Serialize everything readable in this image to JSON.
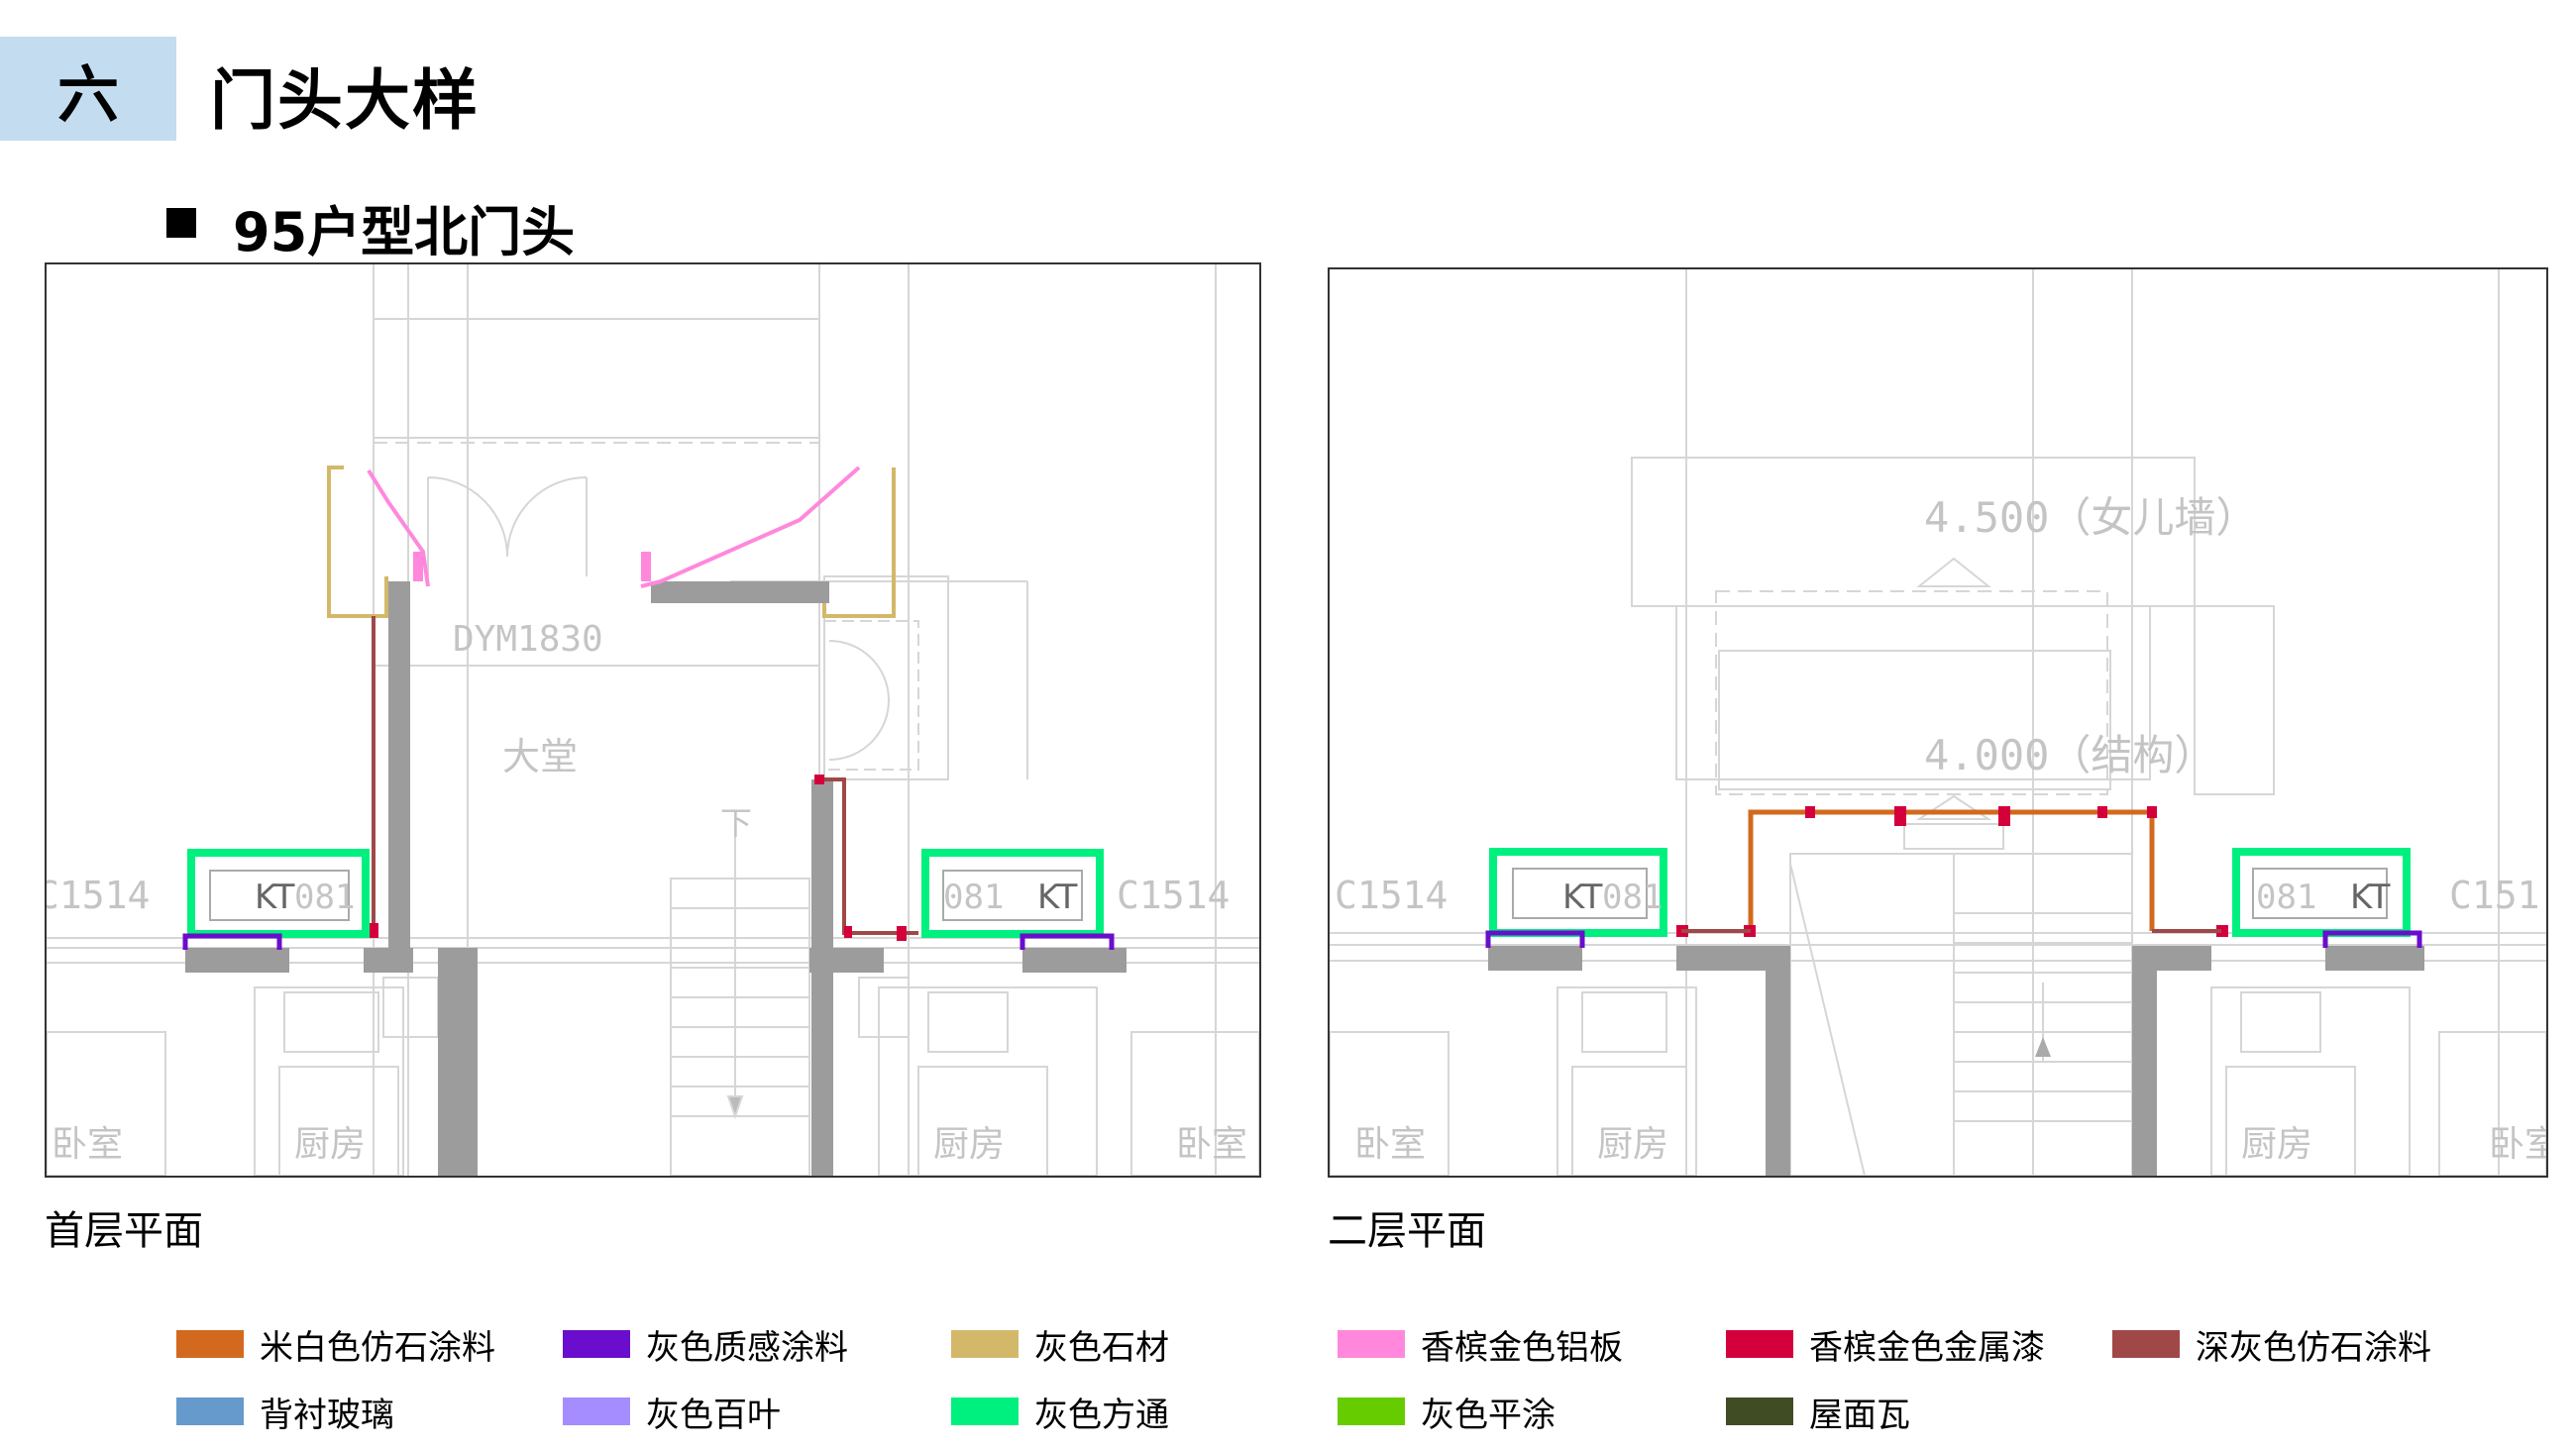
{
  "header": {
    "section_number": "六",
    "section_title": "门头大样",
    "subtitle": "95户型北门头"
  },
  "panels": {
    "first_floor": {
      "caption": "首层平面",
      "labels": {
        "door": "DYM1830",
        "lobby": "大堂",
        "stair_down": "下",
        "kt_left": "KT",
        "num_left": "081",
        "kt_right": "KT",
        "num_right": "081",
        "window_left": "C1514",
        "window_right": "C1514",
        "kitchen_left": "厨房",
        "kitchen_right": "厨房",
        "bedroom_left": "卧室",
        "bedroom_right": "卧室"
      }
    },
    "second_floor": {
      "caption": "二层平面",
      "labels": {
        "parapet": "4.500（女儿墙）",
        "structure": "4.000（结构）",
        "kt_left": "KT",
        "num_left": "081",
        "kt_right": "KT",
        "num_right": "081",
        "window_left": "C1514",
        "window_right": "C151",
        "kitchen_left": "厨房",
        "kitchen_right": "厨房",
        "bedroom_left": "卧室",
        "bedroom_right": "卧室"
      }
    }
  },
  "legend": [
    {
      "label": "米白色仿石涂料",
      "color": "#d2691e"
    },
    {
      "label": "灰色质感涂料",
      "color": "#6a0dcc"
    },
    {
      "label": "灰色石材",
      "color": "#d4b86a"
    },
    {
      "label": "香槟金色铝板",
      "color": "#ff88dd"
    },
    {
      "label": "香槟金色金属漆",
      "color": "#d4003c"
    },
    {
      "label": "深灰色仿石涂料",
      "color": "#a04848"
    },
    {
      "label": "背衬玻璃",
      "color": "#6699cc"
    },
    {
      "label": "灰色百叶",
      "color": "#a58cff"
    },
    {
      "label": "灰色方通",
      "color": "#00f080"
    },
    {
      "label": "灰色平涂",
      "color": "#66cc00"
    },
    {
      "label": "屋面瓦",
      "color": "#404d24"
    }
  ]
}
